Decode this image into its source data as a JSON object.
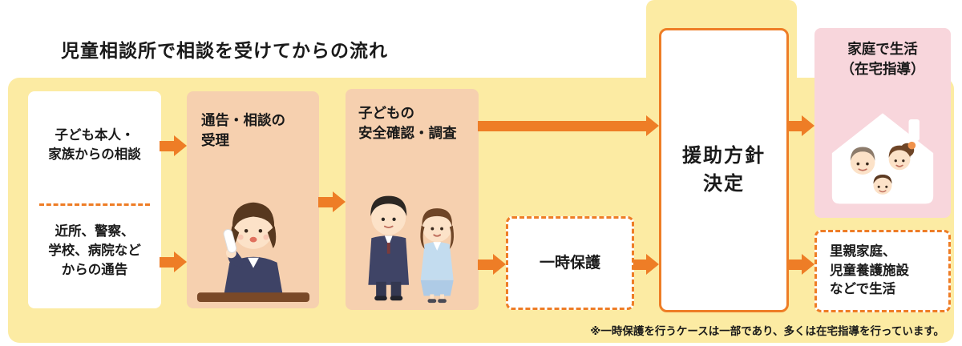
{
  "title": "児童相談所で相談を受けてからの流れ",
  "flow": {
    "source": {
      "top": "子ども本人・\n家族からの相談",
      "bottom": "近所、警察、\n学校、病院など\nからの通告"
    },
    "reception": "通告・相談の\n受理",
    "safety_check": "子どもの\n安全確認・調査",
    "temporary_custody": "一時保護",
    "policy_decision": "援助方針\n決定",
    "home_life": "家庭で生活\n（在宅指導）",
    "foster_care": "里親家庭、\n児童養護施設\nなどで生活"
  },
  "note": "※一時保護を行うケースは一部であり、多くは在宅指導を行っています。",
  "illustrations": {
    "reception": "receptionist-answering-phone",
    "safety_check": "two-staff-members",
    "home_life": "house-with-family"
  },
  "colors": {
    "bg_yellow": "#FCEBA3",
    "arrow_orange": "#EE7D26",
    "box_peach": "#F6D0AF",
    "box_pink": "#F8D6DC",
    "text_dark": "#1A1A1A"
  }
}
